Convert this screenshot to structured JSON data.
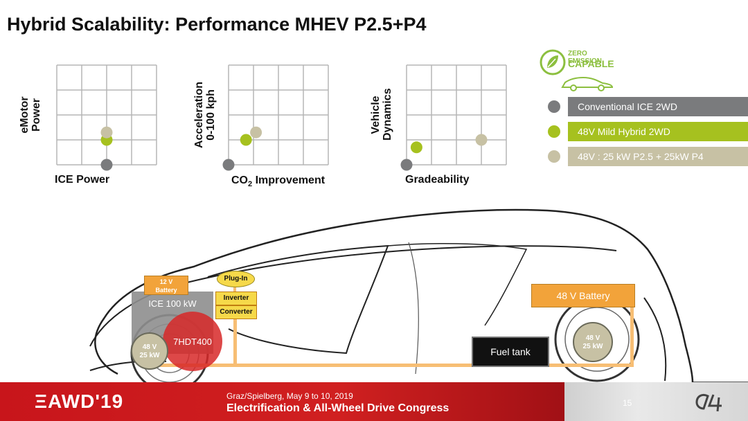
{
  "slide": {
    "title": "Hybrid Scalability: Performance MHEV P2.5+P4",
    "page_number": "15"
  },
  "colors": {
    "conventional": "#7a7b7d",
    "mild_hybrid": "#a6c11f",
    "p25_p4": "#c7c1a4",
    "footer_red": "#c8151b",
    "battery_orange": "#f2a33a"
  },
  "charts": {
    "power": {
      "ylabel_line1": "eMotor",
      "ylabel_line2": "Power",
      "xlabel": "ICE Power"
    },
    "accel": {
      "ylabel_line1": "Acceleration",
      "ylabel_line2": "0-100 kph",
      "xlabel_main": "CO",
      "xlabel_sub": "2",
      "xlabel_rest": " Improvement"
    },
    "dynamics": {
      "ylabel_line1": "Vehicle",
      "ylabel_line2": "Dynamics",
      "xlabel": "Gradeability"
    }
  },
  "chart_data": [
    {
      "type": "scatter",
      "xlabel": "ICE Power",
      "ylabel": "eMotor Power",
      "grid": true,
      "xlim": [
        0,
        4
      ],
      "ylim": [
        0,
        4
      ],
      "series": [
        {
          "name": "Conventional ICE 2WD",
          "points": [
            [
              2,
              0
            ]
          ]
        },
        {
          "name": "48V Mild Hybrid 2WD",
          "points": [
            [
              2,
              1
            ]
          ]
        },
        {
          "name": "48V : 25 kW P2.5 + 25kW P4",
          "points": [
            [
              2,
              1.3
            ]
          ]
        }
      ]
    },
    {
      "type": "scatter",
      "xlabel": "CO2 Improvement",
      "ylabel": "Acceleration 0-100 kph",
      "grid": true,
      "xlim": [
        0,
        4
      ],
      "ylim": [
        0,
        4
      ],
      "series": [
        {
          "name": "Conventional ICE 2WD",
          "points": [
            [
              0,
              0
            ]
          ]
        },
        {
          "name": "48V Mild Hybrid 2WD",
          "points": [
            [
              0.7,
              1
            ]
          ]
        },
        {
          "name": "48V : 25 kW P2.5 + 25kW P4",
          "points": [
            [
              1.1,
              1.3
            ]
          ]
        }
      ]
    },
    {
      "type": "scatter",
      "xlabel": "Gradeability",
      "ylabel": "Vehicle Dynamics",
      "grid": true,
      "xlim": [
        0,
        4
      ],
      "ylim": [
        0,
        4
      ],
      "series": [
        {
          "name": "Conventional ICE 2WD",
          "points": [
            [
              0,
              0
            ]
          ]
        },
        {
          "name": "48V Mild Hybrid 2WD",
          "points": [
            [
              0.4,
              0.7
            ]
          ]
        },
        {
          "name": "48V : 25 kW P2.5 + 25kW P4",
          "points": [
            [
              3,
              1
            ]
          ]
        }
      ]
    }
  ],
  "legend": [
    {
      "label": "Conventional ICE 2WD",
      "color": "#7a7b7d",
      "bar": "#7a7b7d"
    },
    {
      "label": "48V Mild Hybrid 2WD",
      "color": "#a6c11f",
      "bar": "#a6c11f"
    },
    {
      "label": "48V : 25 kW P2.5 + 25kW P4",
      "color": "#c7c1a4",
      "bar": "#c7c1a4"
    }
  ],
  "badge": {
    "line1": "ZERO EMISSION",
    "line2": "CAPABLE"
  },
  "diagram": {
    "battery12_line1": "12 V",
    "battery12_line2": "Battery",
    "plugin": "Plug-In",
    "inverter": "Inverter",
    "converter": "Converter",
    "ice": "ICE 100 kW",
    "transmission": "7HDT400",
    "front_motor_line1": "48 V",
    "front_motor_line2": "25 kW",
    "battery48": "48 V Battery",
    "rear_motor_line1": "48 V",
    "rear_motor_line2": "25 kW",
    "fuel_tank": "Fuel tank"
  },
  "footer": {
    "logo_text": "ΞAWD'19",
    "location": "Graz/Spielberg, May 9 to 10, 2019",
    "event": "Electrification & All-Wheel Drive Congress"
  }
}
